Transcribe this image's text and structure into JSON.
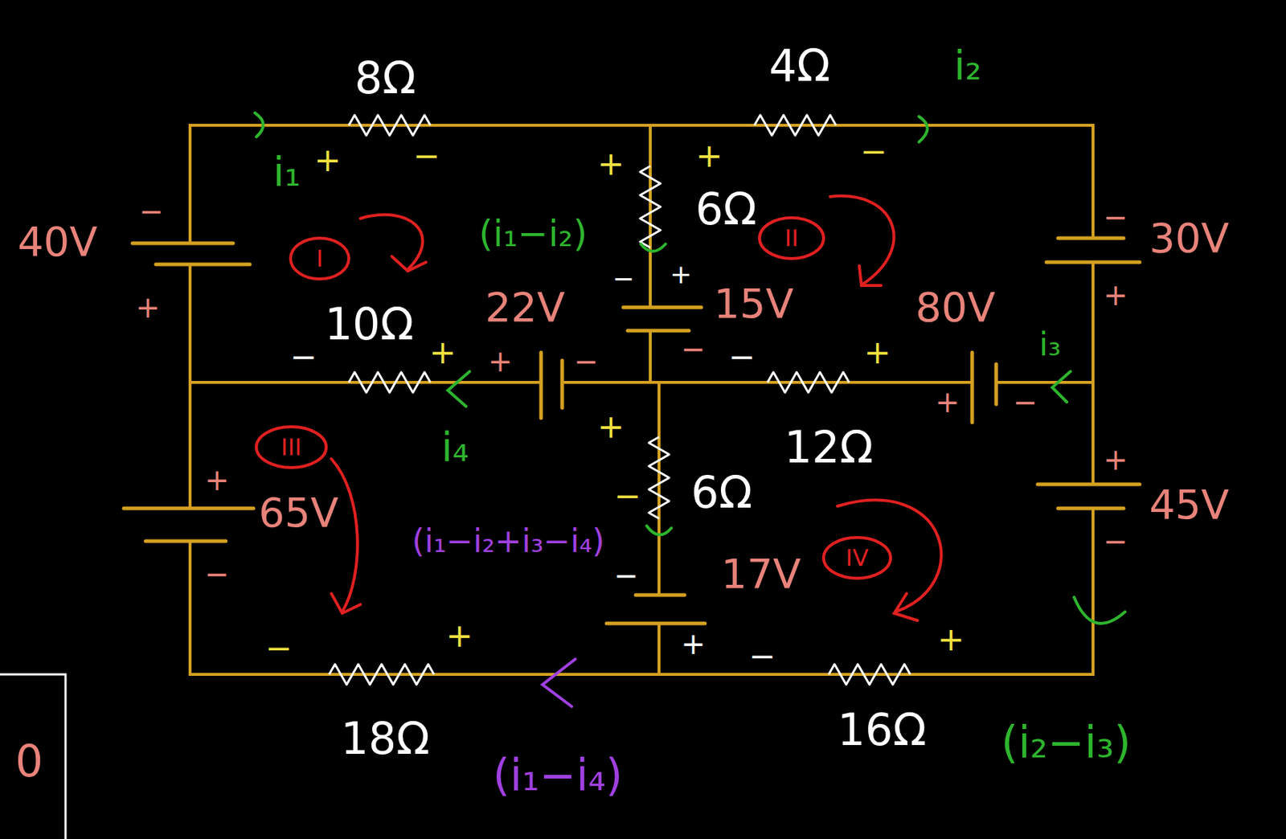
{
  "diagram": {
    "labels": [
      "4Ω",
      "i₂",
      "8Ω",
      "−",
      "−",
      "+",
      "+",
      "+",
      "i₁",
      "6Ω",
      "−",
      "−",
      "(i₁−i₂)",
      "II",
      "40V",
      "30V",
      "I",
      "+",
      "−",
      "+",
      "15V",
      "+",
      "22V",
      "80V",
      "10Ω",
      "i₃",
      "−",
      "+",
      "+",
      "−",
      "−",
      "+",
      "−",
      "+",
      "−",
      "+",
      "12Ω",
      "i₄",
      "III",
      "+",
      "+",
      "6Ω",
      "−",
      "45V",
      "65V",
      "(i₁−i₂+i₃−i₄)",
      "−",
      "IV",
      "−",
      "17V",
      "−",
      "+",
      "+",
      "+",
      "−",
      "−",
      "16Ω",
      "18Ω",
      "(i₂−i₃)",
      "(i₁−i₄)",
      "0"
    ]
  }
}
